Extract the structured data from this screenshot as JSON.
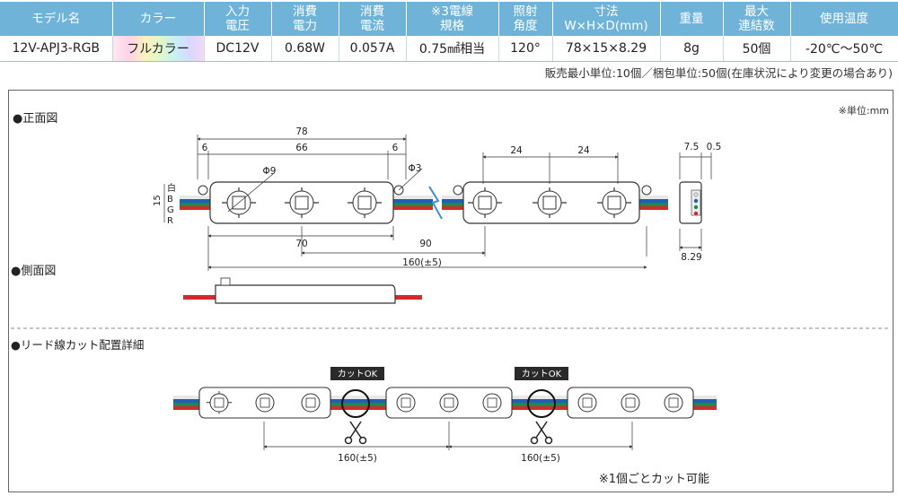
{
  "table": {
    "headers": [
      "モデル名",
      "カラー",
      "入力\n電圧",
      "消費\n電力",
      "消費\n電流",
      "※3電線\n規格",
      "照射\n角度",
      "寸法\nW×H×D(mm)",
      "重量",
      "最大\n連結数",
      "使用温度"
    ],
    "row": [
      "12V-APJ3-RGB",
      "フルカラー",
      "DC12V",
      "0.68W",
      "0.057A",
      "0.75㎟相当",
      "120°",
      "78×15×8.29",
      "8g",
      "50個",
      "-20℃～50℃"
    ]
  },
  "note": "販売最小単位:10個／梱包単位:50個(在庫状況により変更の場合あり)",
  "drawing": {
    "unit": "※単位:mm",
    "front_title": "●正面図",
    "side_title": "●側面図",
    "cut_title": "●リード線カット配置詳細",
    "dims": {
      "d78": "78",
      "d6a": "6",
      "d66": "66",
      "d6b": "6",
      "d24a": "24",
      "d24b": "24",
      "d75": "7.5",
      "d05": "0.5",
      "d15": "15",
      "phi9": "Φ9",
      "phi3": "Φ3",
      "d70": "70",
      "d90": "90",
      "d160": "160(±5)",
      "d829": "8.29"
    },
    "wire_labels": [
      "白",
      "B",
      "G",
      "R"
    ],
    "cut_ok": "カットOK",
    "cut_dim": "160(±5)",
    "cut_note": "※1個ごとカット可能"
  },
  "colors": {
    "header": "#6fb3d9",
    "wire_white": "#e8e8e8",
    "wire_blue": "#1f5fb8",
    "wire_green": "#1e8a48",
    "wire_red": "#d42a2a"
  }
}
